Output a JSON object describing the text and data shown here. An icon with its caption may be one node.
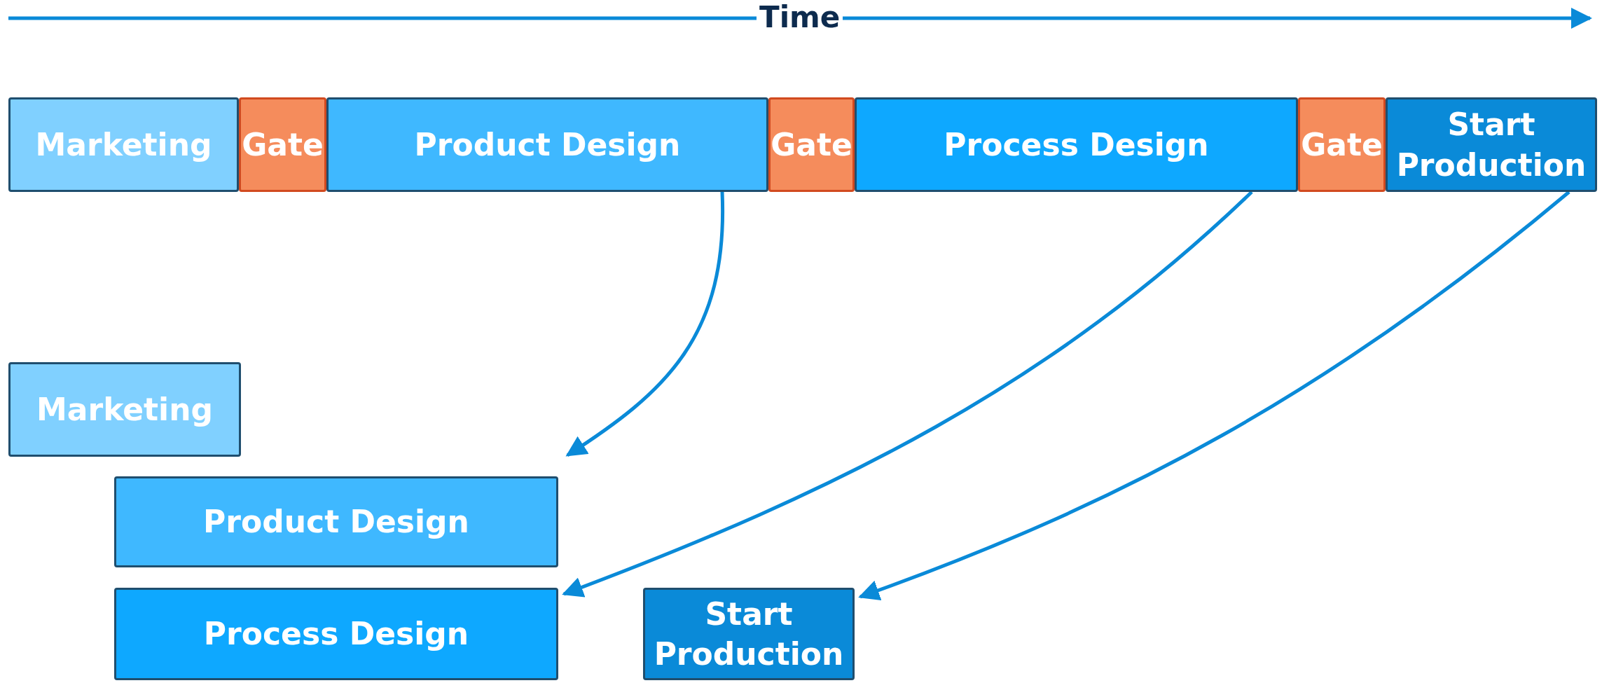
{
  "diagram": {
    "nodes": [
      {
        "text": [
          "Marketing"
        ]
      },
      {
        "text": [
          "Gate"
        ]
      },
      {
        "text": [
          "Product Design"
        ]
      },
      {
        "text": [
          "Gate"
        ]
      },
      {
        "text": [
          "Process Design"
        ]
      },
      {
        "text": [
          "Gate"
        ]
      },
      {
        "text": [
          "Start Production"
        ]
      },
      {
        "text": [
          "Marketing"
        ]
      },
      {
        "text": [
          "Product Design"
        ]
      },
      {
        "text": [
          "Process Design"
        ]
      },
      {
        "text": [
          "Start Production"
        ]
      }
    ],
    "edges": [
      {
        "from": 2,
        "to": 8,
        "arrow": "to"
      },
      {
        "from": 4,
        "to": 9,
        "arrow": "to"
      },
      {
        "from": 6,
        "to": 10,
        "arrow": "to"
      }
    ],
    "labels": [
      "Time"
    ]
  }
}
